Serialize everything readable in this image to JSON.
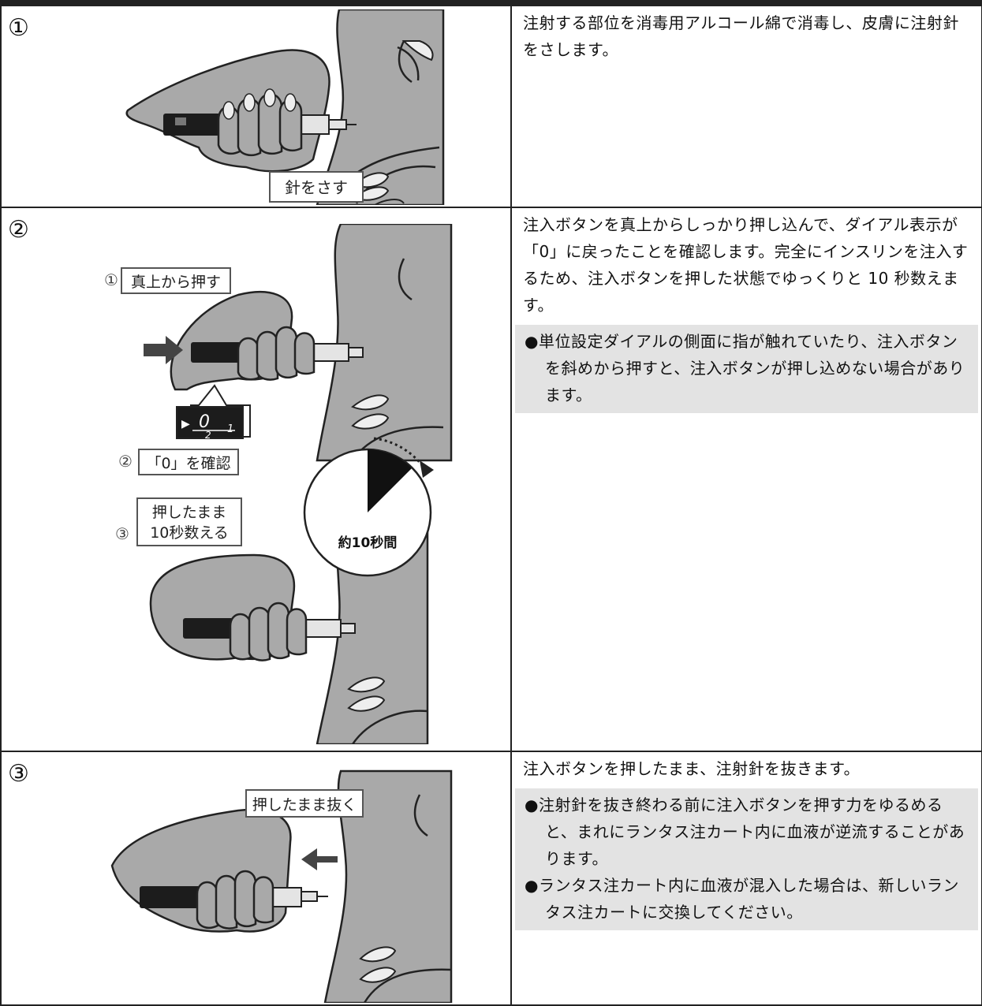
{
  "steps": [
    {
      "number": "①",
      "text": "注射する部位を消毒用アルコール綿で消毒し、皮膚に注射針をさします。",
      "labels": {
        "insert": "針をさす"
      },
      "notes": []
    },
    {
      "number": "②",
      "text": "注入ボタンを真上からしっかり押し込んで、ダイアル表示が「0」に戻ったことを確認します。完全にインスリンを注入するため、注入ボタンを押した状態でゆっくりと 10 秒数えます。",
      "labels": {
        "sub1_num": "①",
        "sub1": "真上から押す",
        "sub2_num": "②",
        "sub2": "「0」を確認",
        "sub3_num": "③",
        "sub3_line1": "押したまま",
        "sub3_line2": "10秒数える",
        "timer": "約10秒間",
        "dial_main": "0",
        "dial_top": "▶",
        "dial_next": "1",
        "dial_below": "2"
      },
      "notes": [
        "●単位設定ダイアルの側面に指が触れていたり、注入ボタンを斜めから押すと、注入ボタンが押し込めない場合があります。"
      ]
    },
    {
      "number": "③",
      "text": "注入ボタンを押したまま、注射針を抜きます。",
      "labels": {
        "pull": "押したまま抜く"
      },
      "notes": [
        "●注射針を抜き終わる前に注入ボタンを押す力をゆるめると、まれにランタス注カート内に血液が逆流することがあります。",
        "●ランタス注カート内に血液が混入した場合は、新しいランタス注カートに交換してください。"
      ]
    }
  ]
}
